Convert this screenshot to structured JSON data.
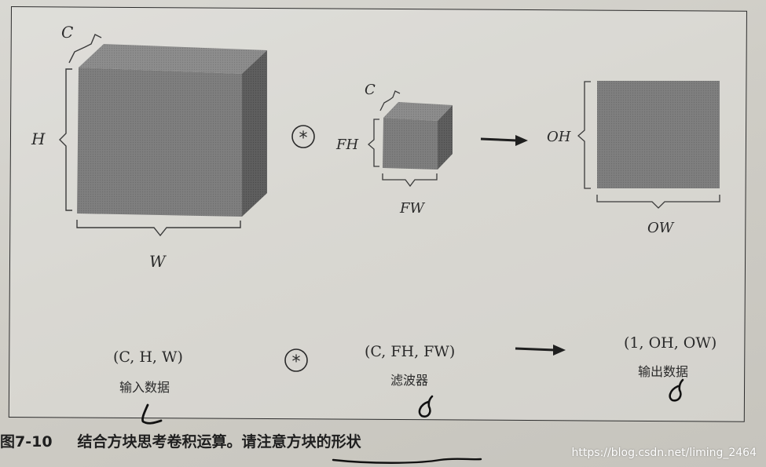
{
  "symbols": {
    "convolution": "*"
  },
  "input_block": {
    "c": "C",
    "h": "H",
    "w": "W",
    "shape": "(C, H, W)",
    "name": "输入数据"
  },
  "filter_block": {
    "c": "C",
    "fh": "FH",
    "fw": "FW",
    "shape": "(C, FH, FW)",
    "name": "滤波器"
  },
  "output_block": {
    "oh": "OH",
    "ow": "OW",
    "shape": "(1, OH, OW)",
    "name": "输出数据"
  },
  "caption": {
    "number": "图7-10",
    "text_before": "结合方块思考卷积运算。请",
    "text_underlined": "注意方块的形状"
  },
  "watermark": "https://blog.csdn.net/liming_2464",
  "colors": {
    "block_front": "#7d7d7d",
    "block_top": "#8a8a8a",
    "block_side": "#5c5c5c",
    "ink": "#2a2a2a"
  }
}
